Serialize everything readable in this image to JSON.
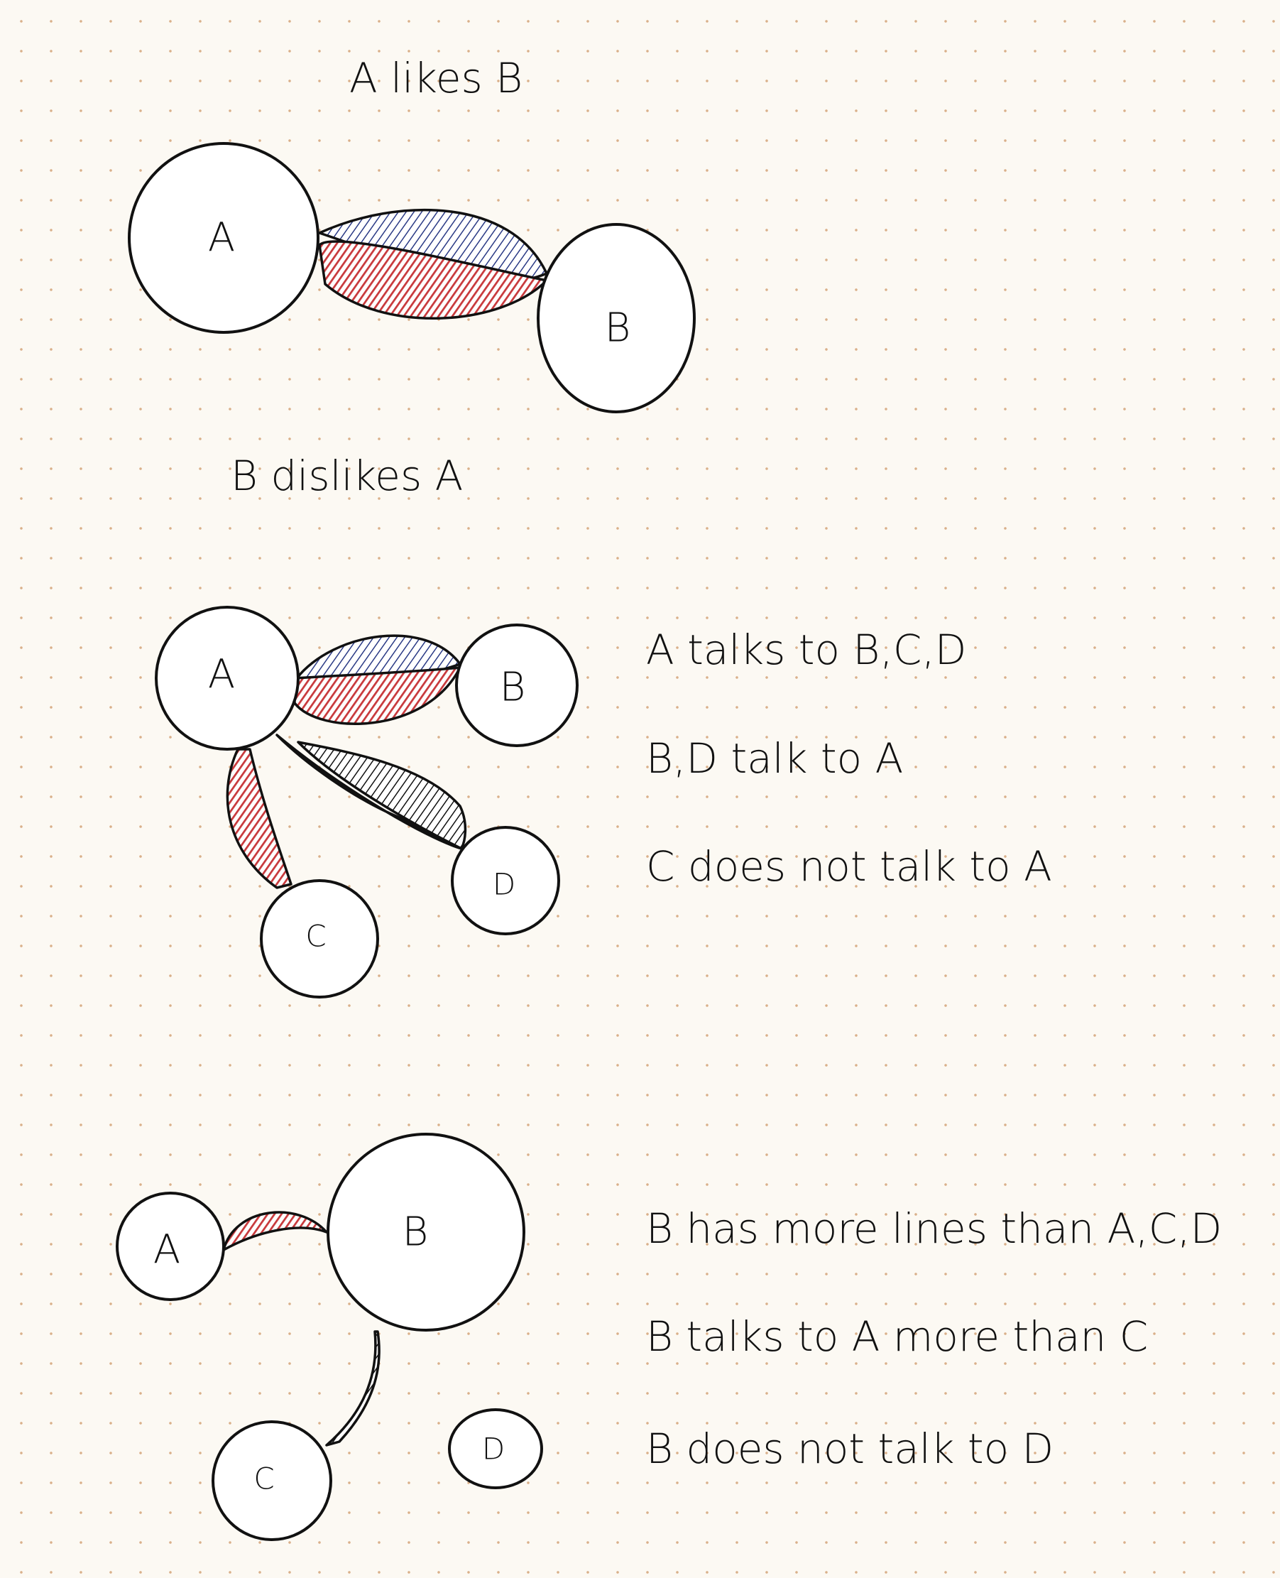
{
  "colors": {
    "red": "#c8393c",
    "blue": "#2a3a85",
    "black": "#111111"
  },
  "panel1": {
    "title": "A likes B",
    "caption": "B dislikes A",
    "nodes": {
      "a": "A",
      "b": "B"
    }
  },
  "panel2": {
    "nodes": {
      "a": "A",
      "b": "B",
      "c": "C",
      "d": "D"
    },
    "notes": [
      "A talks to B,C,D",
      "B,D talk to A",
      "C does not talk to A"
    ]
  },
  "panel3": {
    "nodes": {
      "a": "A",
      "b": "B",
      "c": "C",
      "d": "D"
    },
    "notes": [
      "B has more lines than A,C,D",
      "B talks to A more than C",
      "B does not talk to D"
    ]
  }
}
